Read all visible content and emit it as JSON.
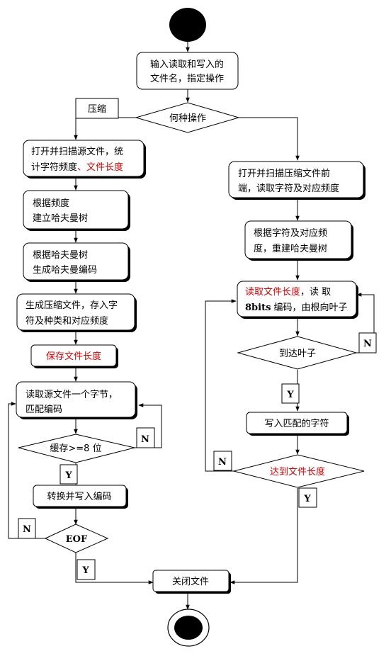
{
  "nodes": {
    "input_filenames": [
      "输入读取和写入的",
      "文件名，指定操作"
    ],
    "decision_operation": "何种操作",
    "label_compress": "压缩",
    "open_scan_source": {
      "line1": "打开并扫描源文件，统",
      "line2_black": "计字符频度",
      "line2_red": "、文件长度"
    },
    "build_tree": [
      "根据频度",
      "建立哈夫曼树"
    ],
    "gen_codes": [
      "根据哈夫曼树",
      "生成哈夫曼编码"
    ],
    "gen_compressed": [
      "生成压缩文件，存入字",
      "符及种类和对应频度"
    ],
    "save_length": "保存文件长度",
    "read_source_byte": [
      "读取源文件一个字节，",
      "匹配编码"
    ],
    "decision_buffer": "缓存>=8 位",
    "convert_write": "转换并写入编码",
    "decision_eof": "EOF",
    "close_file": "关闭文件",
    "open_scan_compressed": [
      "打开并扫描压缩文件前",
      "端，读取字符及对应频度"
    ],
    "rebuild_tree": [
      "根据字符及对应频",
      "度，重建哈夫曼树"
    ],
    "read_length": {
      "line1_red": "读取文件长度",
      "line1_black": "，读 取",
      "line2_bold": "8bits",
      "line2_black": " 编码，由根向叶子"
    },
    "decision_leaf": "到达叶子",
    "write_char": "写入匹配的字符",
    "decision_length": "达到文件长度"
  },
  "labels": {
    "n_buffer": "N",
    "y_buffer": "Y",
    "n_eof": "N",
    "y_eof": "Y",
    "n_leaf": "N",
    "y_leaf": "Y",
    "n_length": "N",
    "y_length": "Y"
  },
  "colors": {
    "highlight": "#e00000",
    "stroke": "#000000"
  }
}
